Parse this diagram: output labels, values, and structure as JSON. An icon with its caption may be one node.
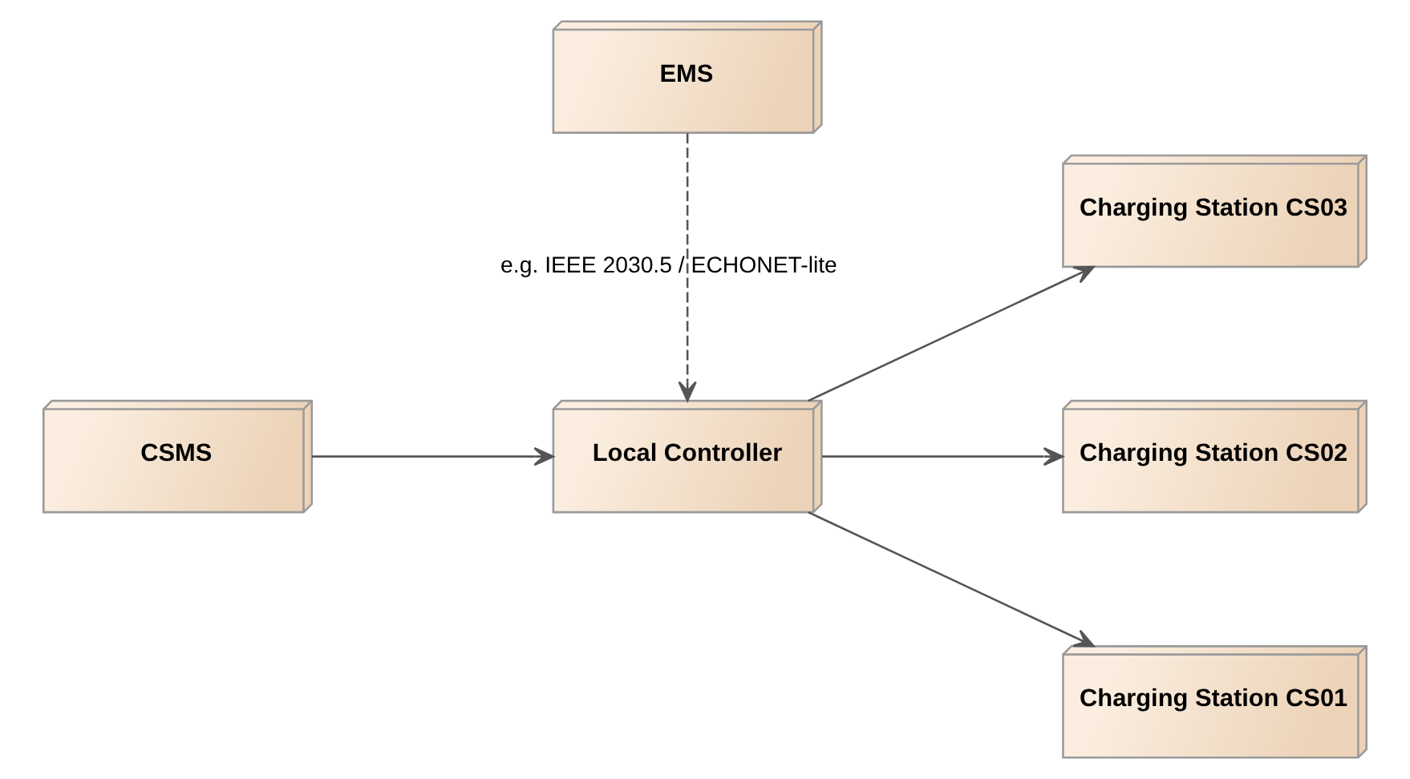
{
  "diagram": {
    "nodes": [
      {
        "text": [
          "CSMS"
        ]
      },
      {
        "text": [
          "Local Controller"
        ]
      },
      {
        "text": [
          "Charging Station CS03"
        ]
      },
      {
        "text": [
          "Charging Station CS02"
        ]
      },
      {
        "text": [
          "Charging Station CS01"
        ]
      },
      {
        "text": [
          "EMS"
        ]
      }
    ],
    "edges": [
      {
        "from": 0,
        "to": 1,
        "arrow": "to"
      },
      {
        "from": 1,
        "to": 2,
        "arrow": "to"
      },
      {
        "from": 1,
        "to": 3,
        "arrow": "to"
      },
      {
        "from": 1,
        "to": 4,
        "arrow": "to"
      },
      {
        "from": 5,
        "to": 1,
        "arrow": "to",
        "style": "dashed",
        "label": "e.g. IEEE 2030.5 / ECHONET-lite"
      }
    ]
  }
}
